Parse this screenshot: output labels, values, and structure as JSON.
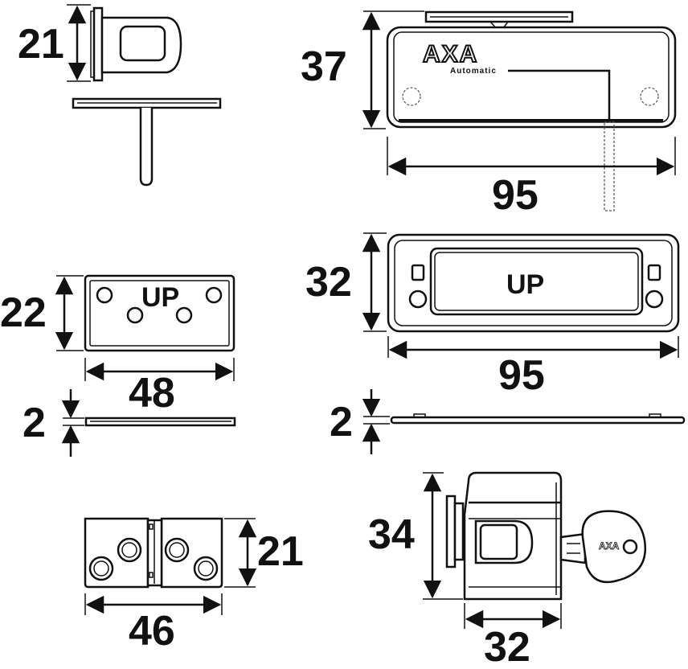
{
  "dimensions": {
    "striker_height": "21",
    "lock_height": "37",
    "lock_width": "95",
    "small_plate_height": "22",
    "small_plate_width": "48",
    "small_plate_thickness": "2",
    "large_plate_height": "32",
    "large_plate_width": "95",
    "large_plate_thickness": "2",
    "hinge_height": "21",
    "hinge_width": "46",
    "cylinder_height": "34",
    "cylinder_width": "32"
  },
  "labels": {
    "brand": "AXA",
    "brand_sub": "Automatic",
    "small_plate_text": "UP",
    "large_plate_text": "UP",
    "key_brand": "AXA"
  }
}
